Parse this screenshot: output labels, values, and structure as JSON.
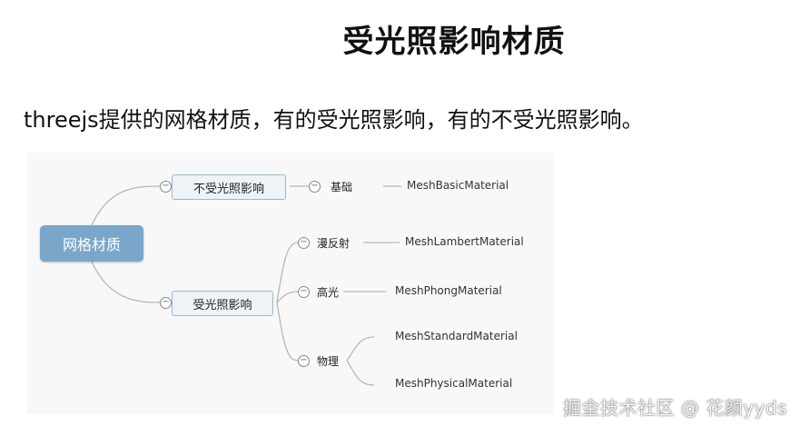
{
  "title": "受光照影响材质",
  "intro": "threejs提供的网格材质，有的受光照影响，有的不受光照影响。",
  "mindmap": {
    "root": "网格材质",
    "branch1": {
      "label": "不受光照影响",
      "children": [
        {
          "label": "基础",
          "material": "MeshBasicMaterial"
        }
      ]
    },
    "branch2": {
      "label": "受光照影响",
      "children": [
        {
          "label": "漫反射",
          "material": "MeshLambertMaterial"
        },
        {
          "label": "高光",
          "material": "MeshPhongMaterial"
        },
        {
          "label": "物理",
          "materials": [
            "MeshStandardMaterial",
            "MeshPhysicalMaterial"
          ]
        }
      ]
    },
    "toggle_symbol": "−"
  },
  "watermark": "掘金技术社区 @ 花颜yyds",
  "colors": {
    "root_fill": "#7aa7c9",
    "branch_box_fill": "#eef3f8",
    "line": "#b8b8b8"
  }
}
